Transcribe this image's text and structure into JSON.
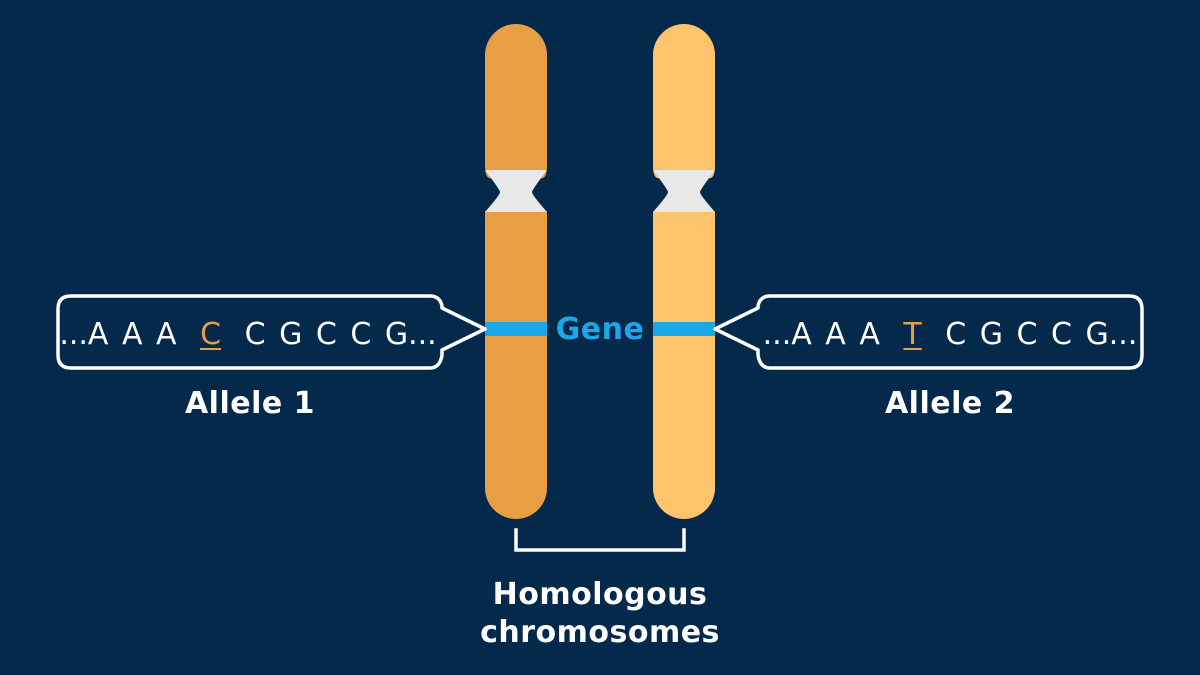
{
  "gene_label": "Gene",
  "alleles": [
    {
      "label": "Allele 1",
      "sequence_prefix": "...A A A ",
      "mutation_base": "C",
      "sequence_suffix": " C G C C G..."
    },
    {
      "label": "Allele 2",
      "sequence_prefix": "...A A A ",
      "mutation_base": "T",
      "sequence_suffix": " C G C C G..."
    }
  ],
  "homologous_label": {
    "line1": "Homologous",
    "line2": "chromosomes"
  },
  "colors": {
    "background": "#05294b",
    "chromosome_1": "#e89e44",
    "chromosome_2": "#fdc46c",
    "centromere": "#e8e8e8",
    "gene_band": "#1ba8e8",
    "gene_text": "#1ba8e8",
    "outline": "#ffffff",
    "mutation_text": "#e89e44"
  }
}
